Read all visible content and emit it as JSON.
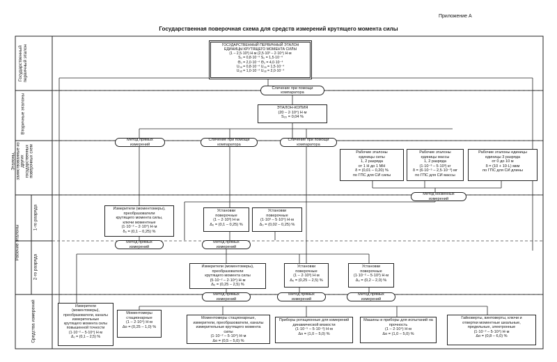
{
  "appendix": "Приложение А",
  "title": "Государственная поверочная схема для средств измерений крутящего момента силы",
  "rows": {
    "primary": "Государственный\nпервичный эталон",
    "secondary": "Вторичные эталоны",
    "transfer": "Эталоны,\nзаимствованные из\nдругих\nгосударственных\nповерочных схем",
    "working": "Рабочие эталоны",
    "rank1": "1-го разряда",
    "rank2": "2-го разряда",
    "instruments": "Средства измерений"
  },
  "boxes": {
    "primary": "ГОСУДАРСТВЕННЫЙ ПЕРВИЧНЫЙ ЭТАЛОН\nЕДИНИЦЫ КРУТЯЩЕГО МОМЕНТА СИЛЫ\n(1 – 2,5·10³) Н·м          (2,5·10³ – 2·10⁴) Н·м\nS₀ = 0,8·10⁻⁴              S₀ = 1,5·10⁻⁴\nΘ₀ = 2,0·10⁻⁴              Θ₀ = 4,0·10⁻⁴\nU₀ₐ = 0,8·10⁻⁴             U₀ₐ = 1,5·10⁻⁴\nU₀ᵦ = 1,0·10⁻⁴             U₀ᵦ = 2,0·10⁻⁴",
    "copy": "ЭТАЛОН-КОПИЯ\n(20 – 2·10⁴) Н·м\nS₂₀ = 0,04 %",
    "force": "Рабочие эталоны\nединицы силы\n1, 2 разряда\nот 1 Н до 1 МН\nδ = (0,01 – 0,20) %\nпо ГПС для СИ силы",
    "mass": "Рабочие эталоны\nединицы массы\n1, 2 разряда\n(1·10⁻³ – 5·10³) кг\nδ = (6·10⁻⁵ – 2,5·10⁻³) мг\nпо ГПС для СИ массы",
    "length": "Рабочие эталоны единицы\nединицы 3 разряда\nот 0 до 10 м\nδ = (10 + 10·L) мкм\nпо ГПС для СИ длины",
    "w1a": "Измерители (моментомеры),\nпреобразователи\nкрутящего момента силы,\nключи моментные\n(1·10⁻² – 2·10⁴) Н·м\nδ₀ = (0,1 – 0,25) %",
    "w1b": "Установки\nповерочные\n(1 – 2·10³) Н·м\nΔ₀ = (0,1 – 0,25) %",
    "w1c": "Установки\nповерочные\n(1·10³ – 5·10⁴) Н·м\nΔ₀ = (0,02 – 0,25) %",
    "w2a": "Измерители (моментомеры),\nпреобразователи\nкрутящего момента силы\n(5·10⁻² – 2·10⁴) Н·м\nΔ₀ = (0,25 – 2,5) %",
    "w2b": "Установки\nповерочные\n(1 – 2·10³) Н·м\nΔ₀ = (0,25 – 2,5) %",
    "w2c": "Установки\nповерочные\n(1·10⁻² – 5·10³) Н·м\nΔ₀ = (0,2 – 2,0) %",
    "si1": "Измерители\n(моментомеры),\nпреобразователи, каналы\nизмерительные\nкрутящего момента силы\nповышенной точности\n(1·10⁻² – 5·10⁴) Н·м\nΔ₀ = (0,1 – 2,5) %",
    "si2": "Моментомеры\nстационарные\n(1 – 2·10⁴) Н·м\nΔо = (0,25 – 1,0) %",
    "si3": "Моментомеры стационарные,\nизмерители, преобразователи, каналы\nизмерительные    крутящего момента\nсилы\n(1·10⁻² – 5·10⁴) Н·м\nΔо = (0,5 – 5,0) %",
    "si4": "Приборы ротационные для измерений\nдинамической вязкости\n(1·10⁻⁵ – 5·10⁻²) Н·м\nΔо = (1,0 – 5,0) %",
    "si5": "Машины и приборы для испытаний на\nпрочность\n(1 – 2·10⁴) Н·м\nΔо = (1,0 – 5,0) %",
    "si6": "Гайковерты, винтоверты, ключи и\nотвертки моментные шкальные,\nпредельные, электронные\n(1·10⁻² – 5·10⁴) Н·м\nΔо = (0,8 – 6,0) %"
  },
  "ovals": {
    "cmp_top": "Сличение при помощи\nкомпаратора",
    "direct1": "Метод прямых\nизмерений",
    "cmp_mid1": "Сличение при помощи\nкомпаратора",
    "cmp_mid2": "Сличение при помощи\nкомпаратора",
    "indirect": "Метод косвенных\nизмерений",
    "direct2": "Метод прямых\nизмерений",
    "direct3": "Метод прямых\nизмерений",
    "direct4": "Метод прямых\nизмерений",
    "direct5": "Метод прямых\nизмерений",
    "direct6": "Метод прямых\nизмерений"
  }
}
